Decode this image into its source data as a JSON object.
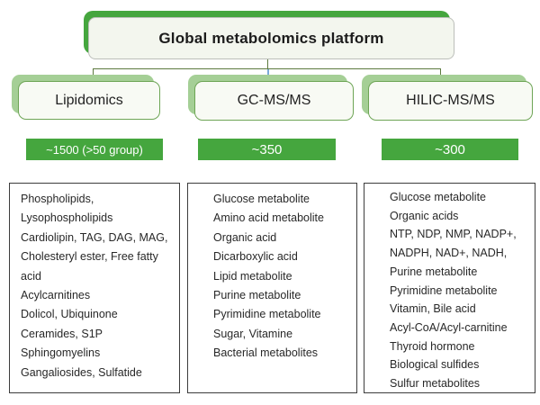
{
  "root": {
    "title": "Global metabolomics platform"
  },
  "columns": [
    {
      "label": "Lipidomics",
      "count": "~1500 (>50 group)",
      "items": [
        "Phospholipids,",
        "Lysophospholipids",
        "Cardiolipin, TAG, DAG, MAG,",
        "Cholesteryl ester, Free fatty acid",
        "Acylcarnitines",
        "Dolicol, Ubiquinone",
        "Ceramides, S1P",
        "Sphingomyelins",
        "Gangaliosides, Sulfatide"
      ]
    },
    {
      "label": "GC-MS/MS",
      "count": "~350",
      "items": [
        "Glucose metabolite",
        "Amino acid metabolite",
        "Organic acid",
        "Dicarboxylic acid",
        "Lipid metabolite",
        "Purine metabolite",
        "Pyrimidine metabolite",
        "Sugar, Vitamine",
        "Bacterial metabolites"
      ]
    },
    {
      "label": "HILIC-MS/MS",
      "count": "~300",
      "items": [
        "Glucose metabolite",
        "Organic acids",
        "NTP, NDP, NMP, NADP+,",
        "NADPH, NAD+, NADH,",
        "Purine metabolite",
        "Pyrimidine metabolite",
        "Vitamin, Bile acid",
        "Acyl-CoA/Acyl-carnitine",
        "Thyroid hormone",
        "Biological sulfides",
        "Sulfur metabolites"
      ]
    }
  ],
  "colors": {
    "accent_green": "#45a63e",
    "pale_green": "#a5cf96",
    "border_green": "#6ea556",
    "connector_green": "#5c7a3f",
    "connector_blue": "#7ba9d9"
  }
}
